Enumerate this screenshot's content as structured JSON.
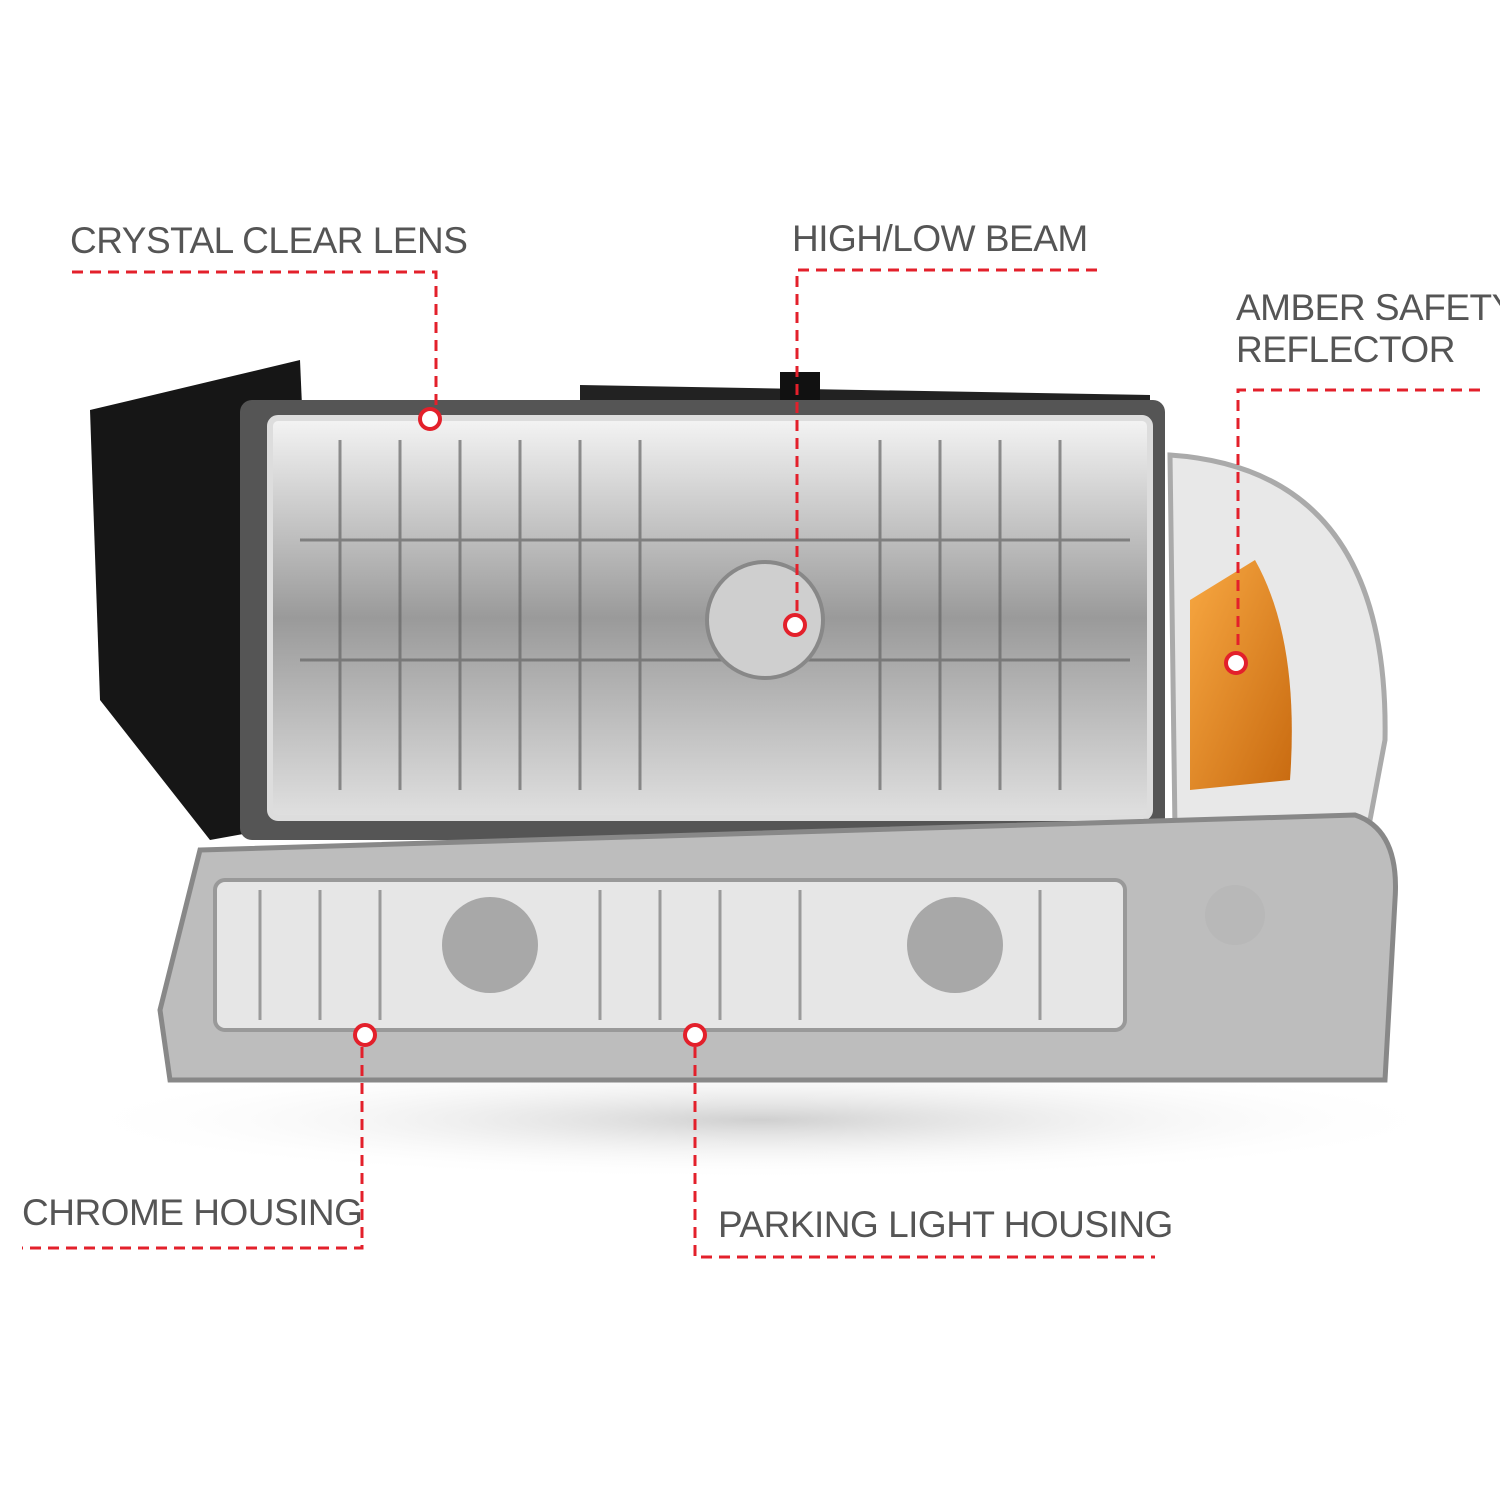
{
  "callouts": {
    "crystal_clear_lens": "CRYSTAL CLEAR LENS",
    "high_low_beam": "HIGH/LOW BEAM",
    "amber_line1": "AMBER SAFETY",
    "amber_line2": "REFLECTOR",
    "chrome_housing": "CHROME HOUSING",
    "parking_light_housing": "PARKING LIGHT HOUSING"
  },
  "colors": {
    "callout": "#e3202b",
    "text": "#555555",
    "amber": "#f08a1c"
  }
}
